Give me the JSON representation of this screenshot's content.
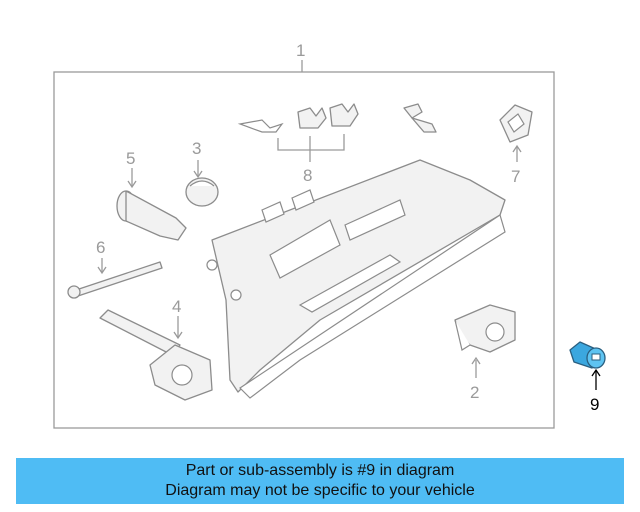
{
  "callouts": {
    "c1": "1",
    "c2": "2",
    "c3": "3",
    "c4": "4",
    "c5": "5",
    "c6": "6",
    "c7": "7",
    "c8": "8",
    "c9": "9"
  },
  "banner": {
    "line1": "Part or sub-assembly is #9 in diagram",
    "line2": "Diagram may not be specific to your vehicle"
  },
  "colors": {
    "banner_bg": "#4fbcf4",
    "highlighted_part": "#3ba7df",
    "line_gray": "#9a9a9a"
  }
}
